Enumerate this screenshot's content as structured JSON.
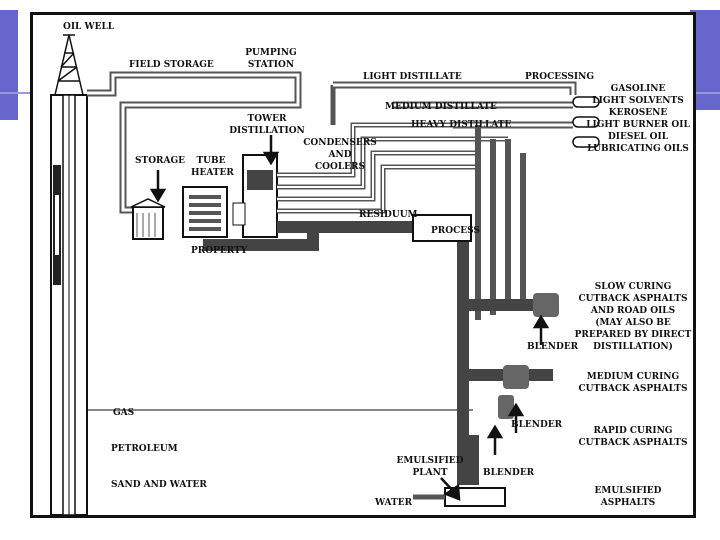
{
  "labels": {
    "oil_well": "OIL WELL",
    "field_storage": "FIELD STORAGE",
    "pumping_station": [
      "PUMPING",
      "STATION"
    ],
    "light_distillate": "LIGHT DISTILLATE",
    "processing": "PROCESSING",
    "medium_distillate": "MEDIUM DISTILLATE",
    "heavy_distillate": "HEAVY DISTILLATE",
    "tower_distillation": [
      "TOWER",
      "DISTILLATION"
    ],
    "condensers_coolers": [
      "CONDENSERS",
      "AND",
      "COOLERS"
    ],
    "storage": "STORAGE",
    "tube_heater": [
      "TUBE",
      "HEATER"
    ],
    "residuum": "RESIDUUM",
    "process": "PROCESS",
    "property": "PROPERTY",
    "gas": "GAS",
    "petroleum": "PETROLEUM",
    "sand_and_water": "SAND AND WATER",
    "emulsified_plant": [
      "EMULSIFIED",
      "PLANT"
    ],
    "water": "WATER",
    "blender": "BLENDER",
    "products": [
      "GASOLINE",
      "LIGHT SOLVENTS",
      "KEROSENE",
      "LIGHT BURNER OIL",
      "DIESEL OIL",
      "LUBRICATING OILS"
    ],
    "slow_curing": [
      "SLOW CURING",
      "CUTBACK ASPHALTS",
      "AND ROAD OILS",
      "(MAY ALSO BE",
      "PREPARED BY DIRECT",
      "DISTILLATION)"
    ],
    "medium_curing": [
      "MEDIUM CURING",
      "CUTBACK ASPHALTS"
    ],
    "rapid_curing": [
      "RAPID CURING",
      "CUTBACK ASPHALTS"
    ],
    "emulsified_asphalts": [
      "EMULSIFIED",
      "ASPHALTS"
    ]
  },
  "colors": {
    "accent": "#6666cc",
    "ink": "#111111",
    "pipe": "#555555"
  }
}
